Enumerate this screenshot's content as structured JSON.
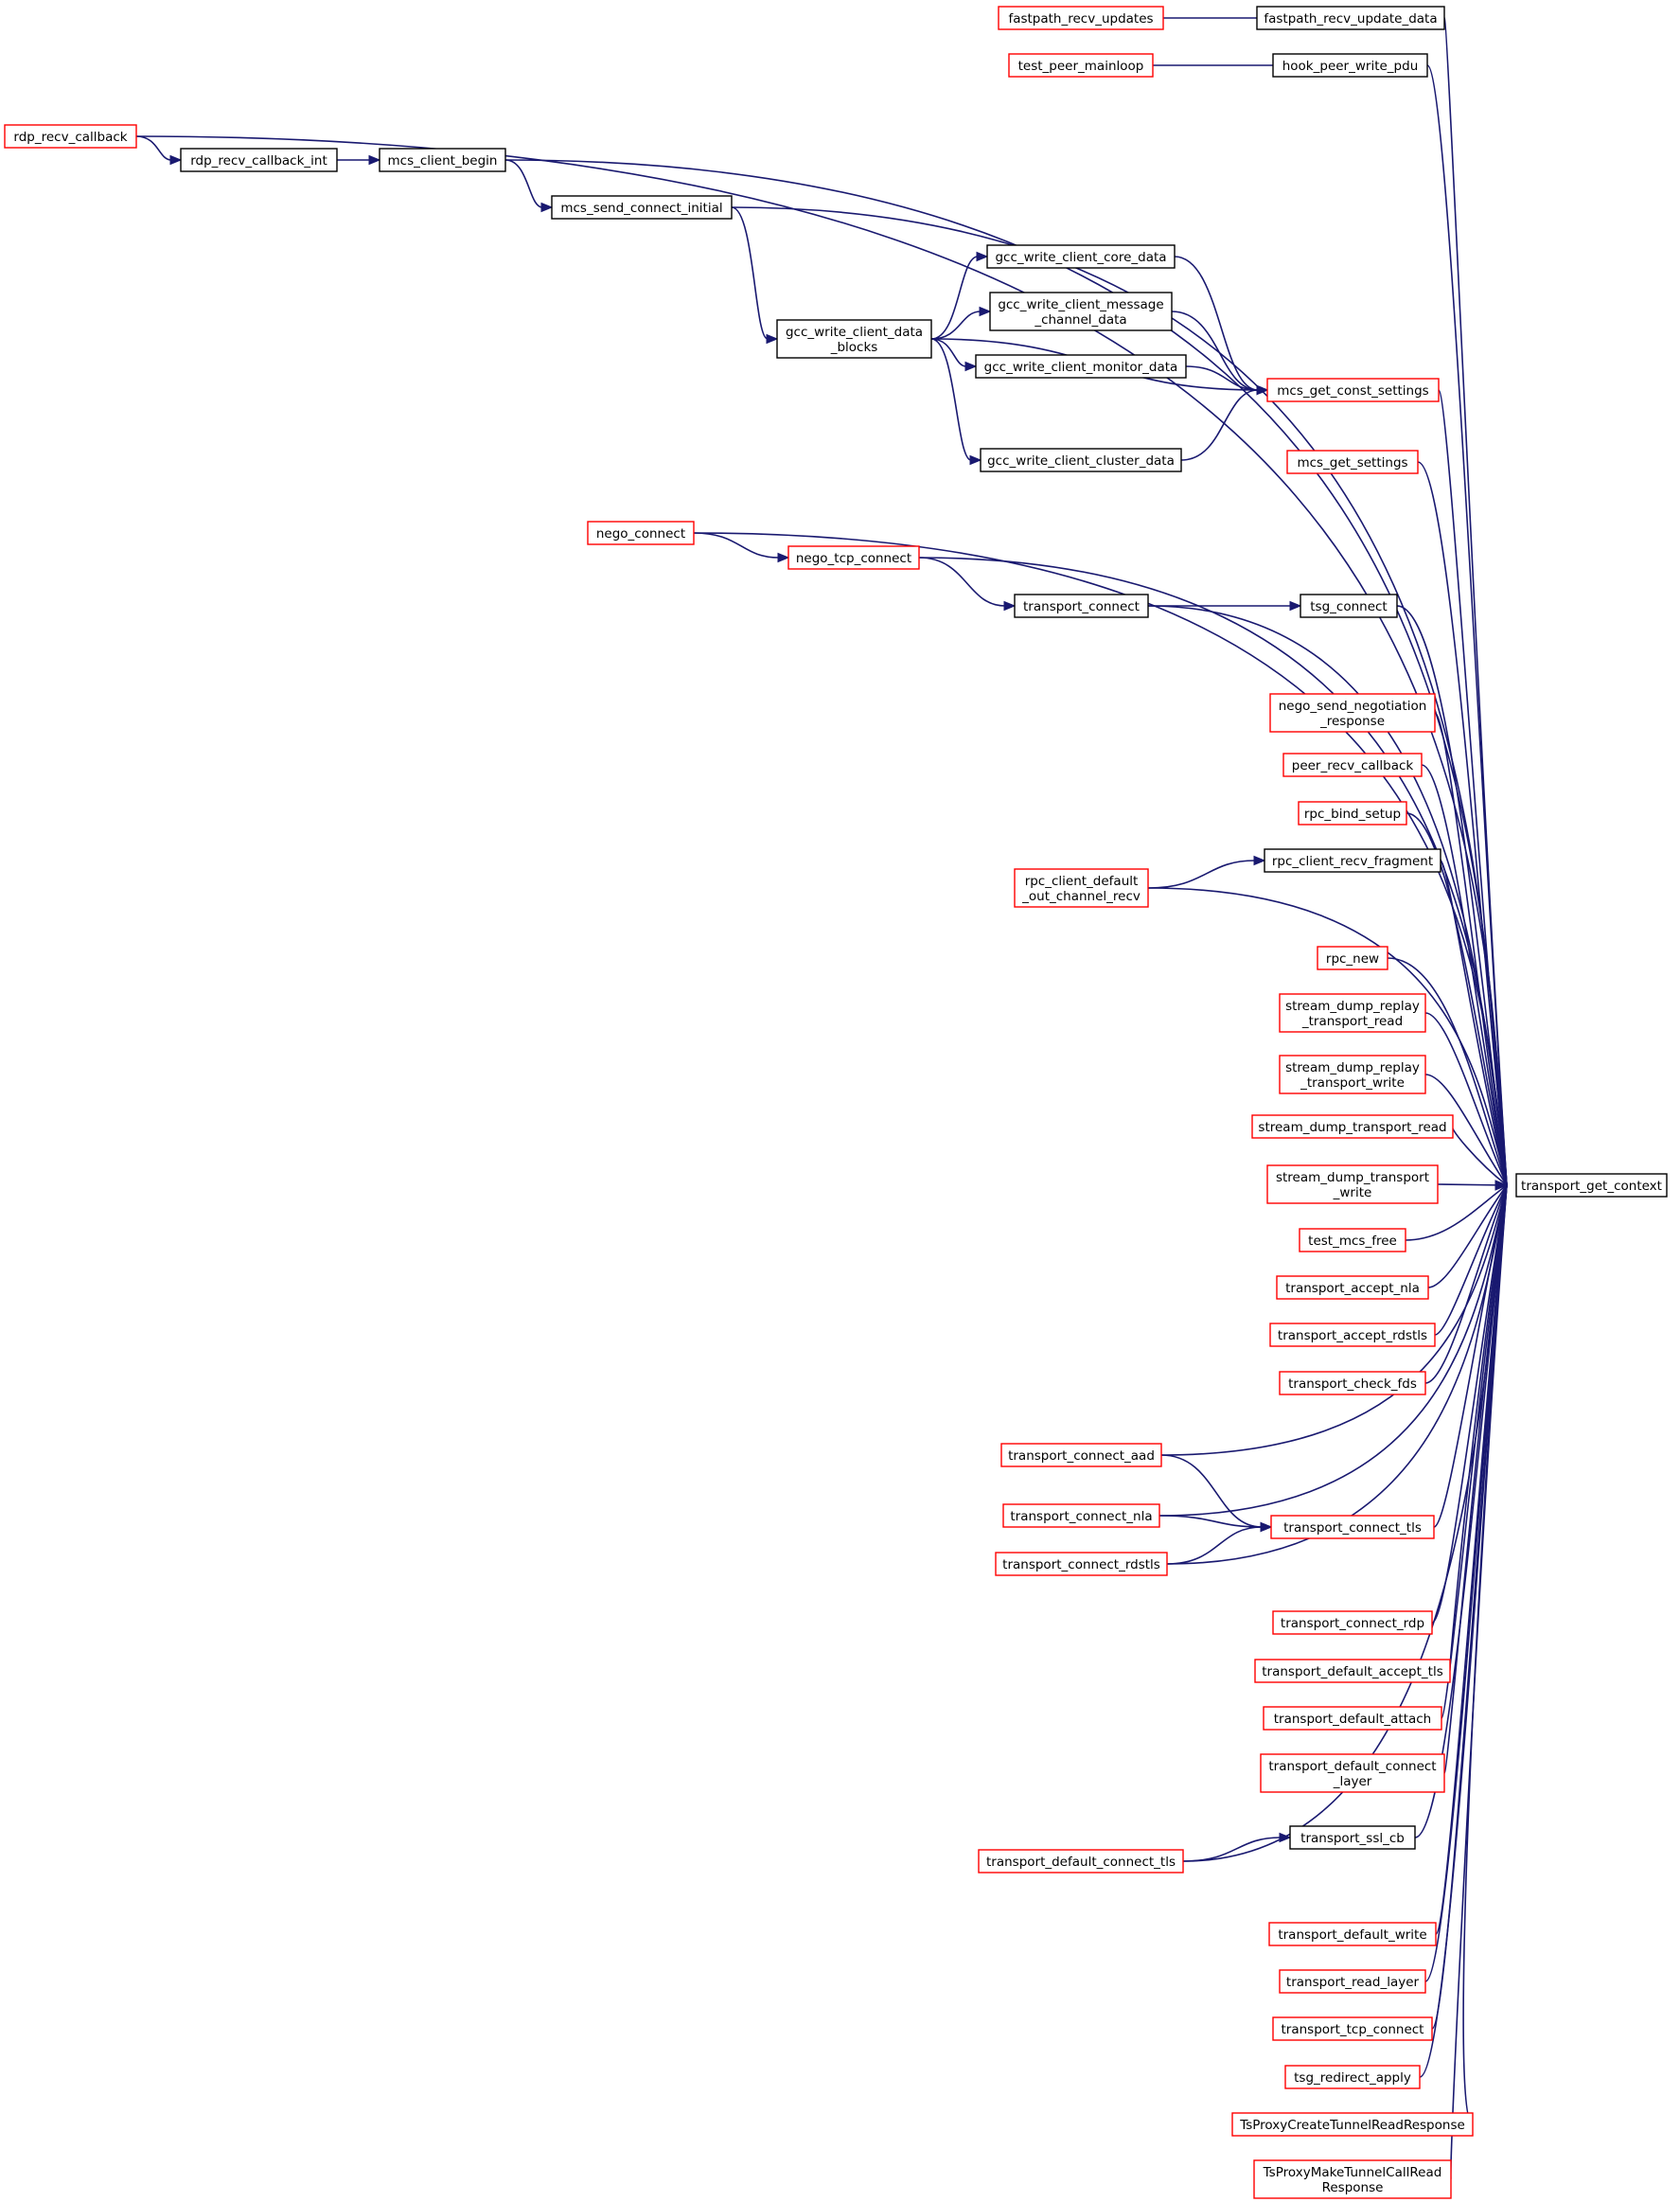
{
  "colors": {
    "edge": "#191970",
    "border_documented": "#000000",
    "border_undocumented": "#ff0000",
    "root_fill": "#bfbfbf",
    "box_fill": "#ffffff"
  },
  "nodes": [
    {
      "id": "transport_get_context",
      "lines": [
        "transport_get_context"
      ],
      "style": "root"
    },
    {
      "id": "fastpath_recv_update_data",
      "lines": [
        "fastpath_recv_update_data"
      ],
      "style": "black"
    },
    {
      "id": "fastpath_recv_updates",
      "lines": [
        "fastpath_recv_updates"
      ],
      "style": "red"
    },
    {
      "id": "hook_peer_write_pdu",
      "lines": [
        "hook_peer_write_pdu"
      ],
      "style": "black"
    },
    {
      "id": "test_peer_mainloop",
      "lines": [
        "test_peer_mainloop"
      ],
      "style": "red"
    },
    {
      "id": "rdp_recv_callback",
      "lines": [
        "rdp_recv_callback"
      ],
      "style": "red"
    },
    {
      "id": "rdp_recv_callback_int",
      "lines": [
        "rdp_recv_callback_int"
      ],
      "style": "black"
    },
    {
      "id": "mcs_client_begin",
      "lines": [
        "mcs_client_begin"
      ],
      "style": "black"
    },
    {
      "id": "mcs_send_connect_initial",
      "lines": [
        "mcs_send_connect_initial"
      ],
      "style": "black"
    },
    {
      "id": "gcc_write_client_data_blocks",
      "lines": [
        "gcc_write_client_data",
        "_blocks"
      ],
      "style": "black"
    },
    {
      "id": "gcc_write_client_core_data",
      "lines": [
        "gcc_write_client_core_data"
      ],
      "style": "black"
    },
    {
      "id": "gcc_write_client_message_channel_data",
      "lines": [
        "gcc_write_client_message",
        "_channel_data"
      ],
      "style": "black"
    },
    {
      "id": "gcc_write_client_monitor_data",
      "lines": [
        "gcc_write_client_monitor_data"
      ],
      "style": "black"
    },
    {
      "id": "mcs_get_const_settings",
      "lines": [
        "mcs_get_const_settings"
      ],
      "style": "red"
    },
    {
      "id": "gcc_write_client_cluster_data",
      "lines": [
        "gcc_write_client_cluster_data"
      ],
      "style": "black"
    },
    {
      "id": "mcs_get_settings",
      "lines": [
        "mcs_get_settings"
      ],
      "style": "red"
    },
    {
      "id": "nego_connect",
      "lines": [
        "nego_connect"
      ],
      "style": "red"
    },
    {
      "id": "nego_tcp_connect",
      "lines": [
        "nego_tcp_connect"
      ],
      "style": "red"
    },
    {
      "id": "transport_connect",
      "lines": [
        "transport_connect"
      ],
      "style": "black"
    },
    {
      "id": "tsg_connect",
      "lines": [
        "tsg_connect"
      ],
      "style": "black"
    },
    {
      "id": "nego_send_negotiation_response",
      "lines": [
        "nego_send_negotiation",
        "_response"
      ],
      "style": "red"
    },
    {
      "id": "peer_recv_callback",
      "lines": [
        "peer_recv_callback"
      ],
      "style": "red"
    },
    {
      "id": "rpc_bind_setup",
      "lines": [
        "rpc_bind_setup"
      ],
      "style": "red"
    },
    {
      "id": "rpc_client_recv_fragment",
      "lines": [
        "rpc_client_recv_fragment"
      ],
      "style": "black"
    },
    {
      "id": "rpc_client_default_out_channel_recv",
      "lines": [
        "rpc_client_default",
        "_out_channel_recv"
      ],
      "style": "red"
    },
    {
      "id": "rpc_new",
      "lines": [
        "rpc_new"
      ],
      "style": "red"
    },
    {
      "id": "stream_dump_replay_transport_read",
      "lines": [
        "stream_dump_replay",
        "_transport_read"
      ],
      "style": "red"
    },
    {
      "id": "stream_dump_replay_transport_write",
      "lines": [
        "stream_dump_replay",
        "_transport_write"
      ],
      "style": "red"
    },
    {
      "id": "stream_dump_transport_read",
      "lines": [
        "stream_dump_transport_read"
      ],
      "style": "red"
    },
    {
      "id": "stream_dump_transport_write",
      "lines": [
        "stream_dump_transport",
        "_write"
      ],
      "style": "red"
    },
    {
      "id": "test_mcs_free",
      "lines": [
        "test_mcs_free"
      ],
      "style": "red"
    },
    {
      "id": "transport_accept_nla",
      "lines": [
        "transport_accept_nla"
      ],
      "style": "red"
    },
    {
      "id": "transport_accept_rdstls",
      "lines": [
        "transport_accept_rdstls"
      ],
      "style": "red"
    },
    {
      "id": "transport_check_fds",
      "lines": [
        "transport_check_fds"
      ],
      "style": "red"
    },
    {
      "id": "transport_connect_aad",
      "lines": [
        "transport_connect_aad"
      ],
      "style": "red"
    },
    {
      "id": "transport_connect_nla",
      "lines": [
        "transport_connect_nla"
      ],
      "style": "red"
    },
    {
      "id": "transport_connect_tls",
      "lines": [
        "transport_connect_tls"
      ],
      "style": "red"
    },
    {
      "id": "transport_connect_rdstls",
      "lines": [
        "transport_connect_rdstls"
      ],
      "style": "red"
    },
    {
      "id": "transport_connect_rdp",
      "lines": [
        "transport_connect_rdp"
      ],
      "style": "red"
    },
    {
      "id": "transport_default_accept_tls",
      "lines": [
        "transport_default_accept_tls"
      ],
      "style": "red"
    },
    {
      "id": "transport_default_attach",
      "lines": [
        "transport_default_attach"
      ],
      "style": "red"
    },
    {
      "id": "transport_default_connect_layer",
      "lines": [
        "transport_default_connect",
        "_layer"
      ],
      "style": "red"
    },
    {
      "id": "transport_ssl_cb",
      "lines": [
        "transport_ssl_cb"
      ],
      "style": "black"
    },
    {
      "id": "transport_default_connect_tls",
      "lines": [
        "transport_default_connect_tls"
      ],
      "style": "red"
    },
    {
      "id": "transport_default_write",
      "lines": [
        "transport_default_write"
      ],
      "style": "red"
    },
    {
      "id": "transport_read_layer",
      "lines": [
        "transport_read_layer"
      ],
      "style": "red"
    },
    {
      "id": "transport_tcp_connect",
      "lines": [
        "transport_tcp_connect"
      ],
      "style": "red"
    },
    {
      "id": "tsg_redirect_apply",
      "lines": [
        "tsg_redirect_apply"
      ],
      "style": "red"
    },
    {
      "id": "TsProxyCreateTunnelReadResponse",
      "lines": [
        "TsProxyCreateTunnelReadResponse"
      ],
      "style": "red"
    },
    {
      "id": "TsProxyMakeTunnelCallReadResponse",
      "lines": [
        "TsProxyMakeTunnelCallRead",
        "Response"
      ],
      "style": "red"
    }
  ],
  "edges": [
    {
      "from": "fastpath_recv_updates",
      "to": "fastpath_recv_update_data"
    },
    {
      "from": "test_peer_mainloop",
      "to": "hook_peer_write_pdu"
    },
    {
      "from": "rdp_recv_callback_int",
      "to": "rdp_recv_callback"
    },
    {
      "from": "mcs_client_begin",
      "to": "rdp_recv_callback_int"
    },
    {
      "from": "mcs_send_connect_initial",
      "to": "mcs_client_begin"
    },
    {
      "from": "gcc_write_client_data_blocks",
      "to": "mcs_send_connect_initial"
    },
    {
      "from": "gcc_write_client_core_data",
      "to": "gcc_write_client_data_blocks"
    },
    {
      "from": "gcc_write_client_message_channel_data",
      "to": "gcc_write_client_data_blocks"
    },
    {
      "from": "gcc_write_client_monitor_data",
      "to": "gcc_write_client_data_blocks"
    },
    {
      "from": "gcc_write_client_cluster_data",
      "to": "gcc_write_client_data_blocks"
    },
    {
      "from": "mcs_get_const_settings",
      "to": "gcc_write_client_core_data"
    },
    {
      "from": "mcs_get_const_settings",
      "to": "gcc_write_client_message_channel_data"
    },
    {
      "from": "mcs_get_const_settings",
      "to": "gcc_write_client_monitor_data"
    },
    {
      "from": "mcs_get_const_settings",
      "to": "gcc_write_client_data_blocks"
    },
    {
      "from": "mcs_get_const_settings",
      "to": "gcc_write_client_cluster_data"
    },
    {
      "from": "nego_tcp_connect",
      "to": "nego_connect"
    },
    {
      "from": "transport_connect",
      "to": "nego_tcp_connect"
    },
    {
      "from": "tsg_connect",
      "to": "transport_connect"
    },
    {
      "from": "rpc_client_recv_fragment",
      "to": "rpc_client_default_out_channel_recv"
    },
    {
      "from": "transport_connect_tls",
      "to": "transport_connect_aad"
    },
    {
      "from": "transport_connect_tls",
      "to": "transport_connect_nla"
    },
    {
      "from": "transport_connect_tls",
      "to": "transport_connect_rdstls"
    },
    {
      "from": "transport_ssl_cb",
      "to": "transport_default_connect_tls"
    },
    {
      "from": "transport_get_context",
      "to": "fastpath_recv_update_data"
    },
    {
      "from": "transport_get_context",
      "to": "hook_peer_write_pdu"
    },
    {
      "from": "transport_get_context",
      "to": "rdp_recv_callback"
    },
    {
      "from": "transport_get_context",
      "to": "mcs_client_begin"
    },
    {
      "from": "transport_get_context",
      "to": "mcs_send_connect_initial"
    },
    {
      "from": "transport_get_context",
      "to": "mcs_get_const_settings"
    },
    {
      "from": "transport_get_context",
      "to": "mcs_get_settings"
    },
    {
      "from": "transport_get_context",
      "to": "nego_connect"
    },
    {
      "from": "transport_get_context",
      "to": "nego_tcp_connect"
    },
    {
      "from": "transport_get_context",
      "to": "tsg_connect"
    },
    {
      "from": "transport_get_context",
      "to": "transport_connect"
    },
    {
      "from": "transport_get_context",
      "to": "nego_send_negotiation_response"
    },
    {
      "from": "transport_get_context",
      "to": "peer_recv_callback"
    },
    {
      "from": "transport_get_context",
      "to": "rpc_bind_setup"
    },
    {
      "from": "transport_get_context",
      "to": "rpc_client_recv_fragment"
    },
    {
      "from": "transport_get_context",
      "to": "rpc_client_default_out_channel_recv"
    },
    {
      "from": "transport_get_context",
      "to": "rpc_new"
    },
    {
      "from": "transport_get_context",
      "to": "stream_dump_replay_transport_read"
    },
    {
      "from": "transport_get_context",
      "to": "stream_dump_replay_transport_write"
    },
    {
      "from": "transport_get_context",
      "to": "stream_dump_transport_read"
    },
    {
      "from": "transport_get_context",
      "to": "stream_dump_transport_write"
    },
    {
      "from": "transport_get_context",
      "to": "test_mcs_free"
    },
    {
      "from": "transport_get_context",
      "to": "transport_accept_nla"
    },
    {
      "from": "transport_get_context",
      "to": "transport_accept_rdstls"
    },
    {
      "from": "transport_get_context",
      "to": "transport_check_fds"
    },
    {
      "from": "transport_get_context",
      "to": "transport_connect_aad"
    },
    {
      "from": "transport_get_context",
      "to": "transport_connect_nla"
    },
    {
      "from": "transport_get_context",
      "to": "transport_connect_tls"
    },
    {
      "from": "transport_get_context",
      "to": "transport_connect_rdstls"
    },
    {
      "from": "transport_get_context",
      "to": "transport_connect_rdp"
    },
    {
      "from": "transport_get_context",
      "to": "transport_default_accept_tls"
    },
    {
      "from": "transport_get_context",
      "to": "transport_default_attach"
    },
    {
      "from": "transport_get_context",
      "to": "transport_default_connect_layer"
    },
    {
      "from": "transport_get_context",
      "to": "transport_ssl_cb"
    },
    {
      "from": "transport_get_context",
      "to": "transport_default_connect_tls"
    },
    {
      "from": "transport_get_context",
      "to": "transport_default_write"
    },
    {
      "from": "transport_get_context",
      "to": "transport_read_layer"
    },
    {
      "from": "transport_get_context",
      "to": "transport_tcp_connect"
    },
    {
      "from": "transport_get_context",
      "to": "tsg_redirect_apply"
    },
    {
      "from": "transport_get_context",
      "to": "TsProxyCreateTunnelReadResponse"
    },
    {
      "from": "transport_get_context",
      "to": "TsProxyMakeTunnelCallReadResponse"
    }
  ]
}
